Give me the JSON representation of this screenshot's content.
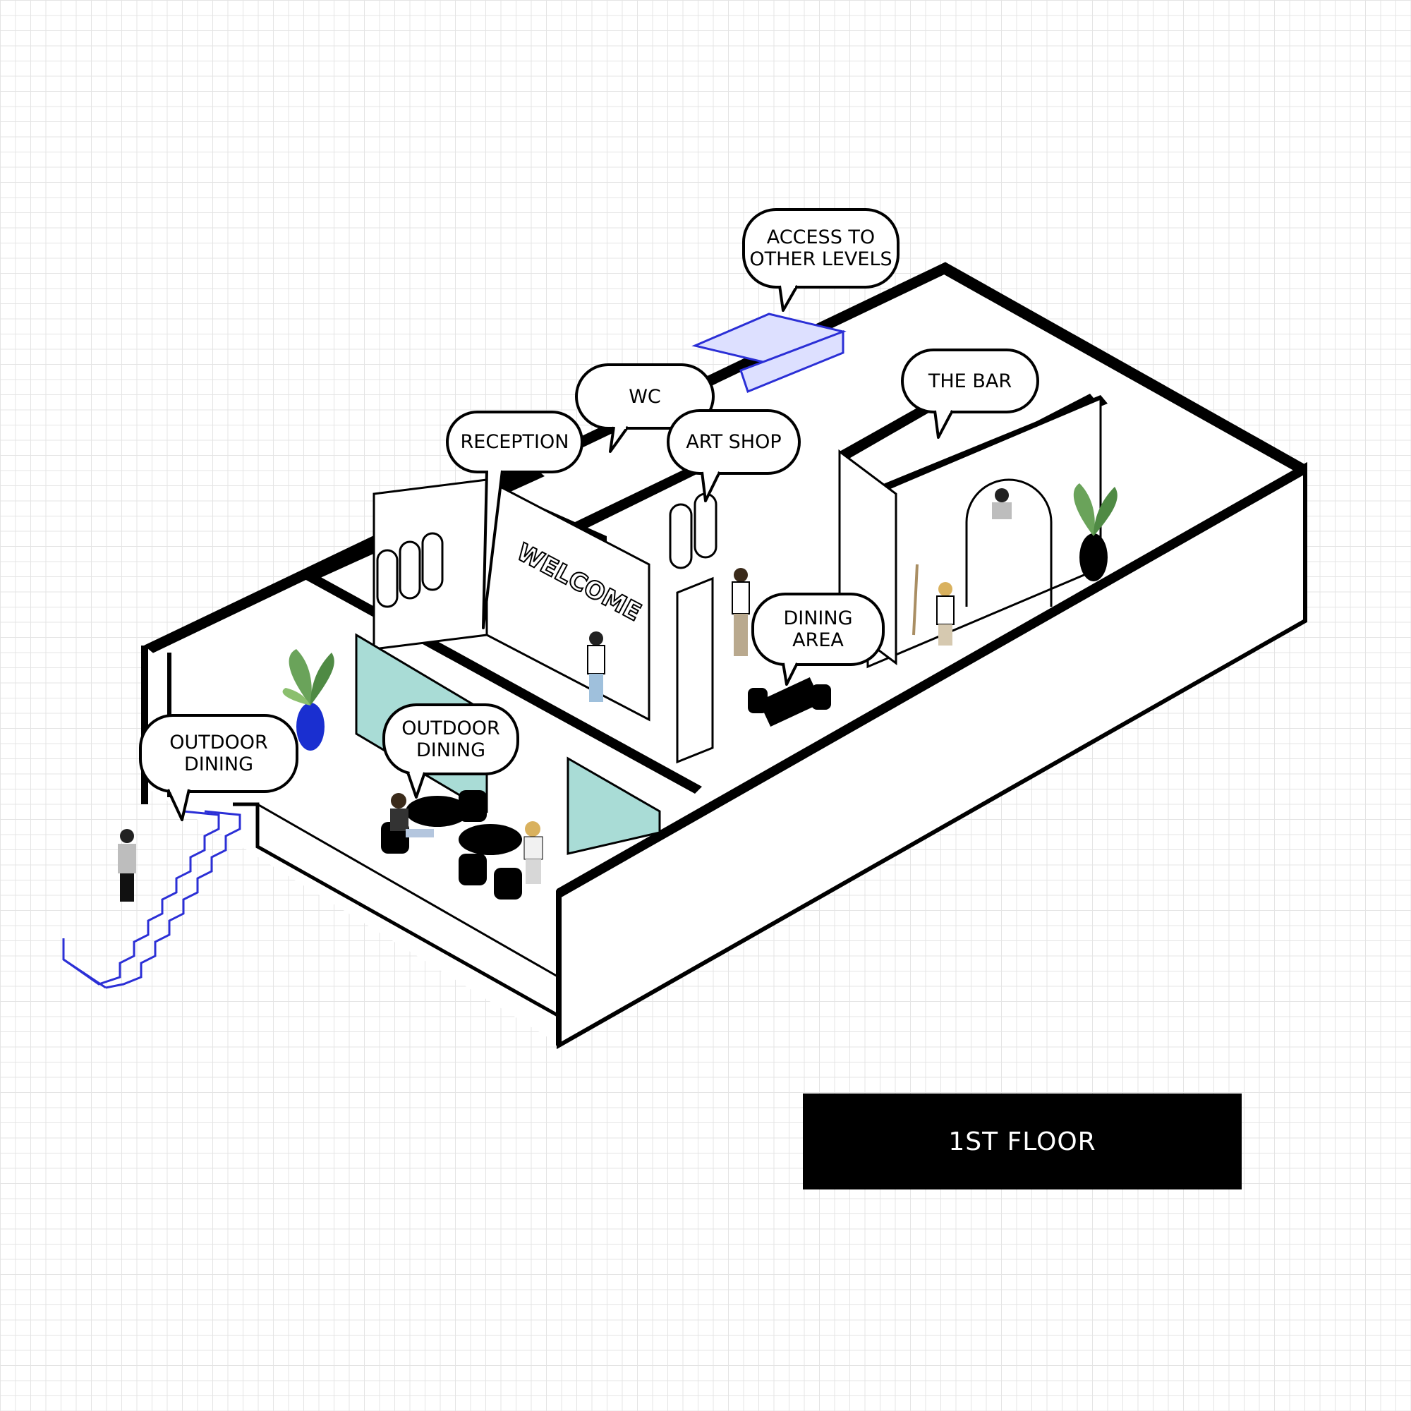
{
  "floor_label": "1ST FLOOR",
  "sign_text": "WELCOME",
  "labels": [
    {
      "id": "outdoor-dining-left",
      "text": "OUTDOOR\nDINING"
    },
    {
      "id": "outdoor-dining-center",
      "text": "OUTDOOR\nDINING"
    },
    {
      "id": "reception",
      "text": "RECEPTION"
    },
    {
      "id": "wc",
      "text": "WC"
    },
    {
      "id": "art-shop",
      "text": "ART SHOP"
    },
    {
      "id": "access-to-other-levels",
      "text": "ACCESS TO\nOTHER LEVELS"
    },
    {
      "id": "the-bar",
      "text": "THE BAR"
    },
    {
      "id": "dining-area",
      "text": "DINING\nAREA"
    }
  ],
  "colors": {
    "wall": "#000000",
    "floor": "#ffffff",
    "glass": "#a9dcd6",
    "stair": "#2b2fd6",
    "plant_pot": "#1a2fd0",
    "plant_leaf": "#6aa35a"
  }
}
